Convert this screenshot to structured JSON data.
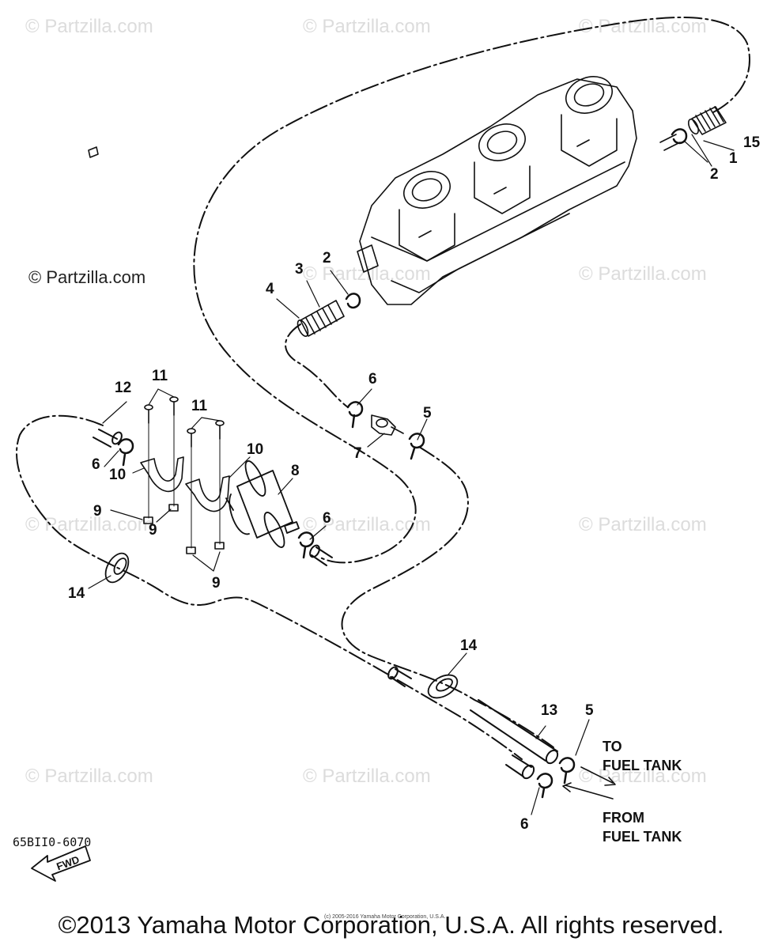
{
  "watermark": "© Partzilla.com",
  "dark_watermark": "© Partzilla.com",
  "callouts": [
    "1",
    "2",
    "2",
    "3",
    "4",
    "5",
    "5",
    "6",
    "6",
    "6",
    "6",
    "7",
    "8",
    "9",
    "9",
    "9",
    "10",
    "10",
    "11",
    "11",
    "12",
    "13",
    "14",
    "14",
    "15"
  ],
  "directions": {
    "to_line1": "TO",
    "to_line2": "FUEL TANK",
    "from_line1": "FROM",
    "from_line2": "FUEL TANK"
  },
  "fwd_label": "FWD",
  "diagram_code": "65BII0-6070",
  "tiny_credit": "(c) 2005-2016 Yamaha Motor Corporation, U.S.A.",
  "copyright": "©2013 Yamaha Motor Corporation, U.S.A. All rights reserved."
}
